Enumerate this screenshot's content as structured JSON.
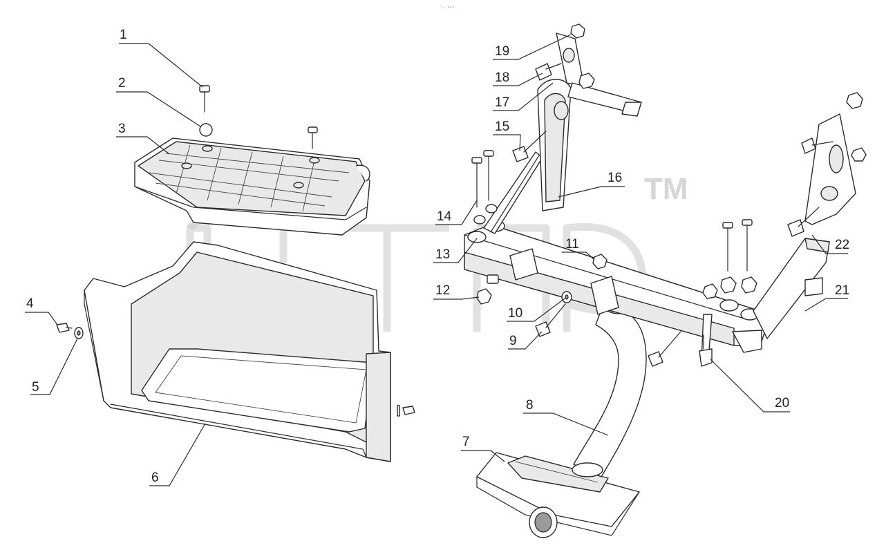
{
  "header_mark": "ᵔₒ ∘∘∘",
  "watermark": {
    "trademark": "TM"
  },
  "callouts": [
    {
      "id": "c1",
      "label": "1"
    },
    {
      "id": "c2",
      "label": "2"
    },
    {
      "id": "c3",
      "label": "3"
    },
    {
      "id": "c4",
      "label": "4"
    },
    {
      "id": "c5",
      "label": "5"
    },
    {
      "id": "c6",
      "label": "6"
    },
    {
      "id": "c7",
      "label": "7"
    },
    {
      "id": "c8",
      "label": "8"
    },
    {
      "id": "c9",
      "label": "9"
    },
    {
      "id": "c10",
      "label": "10"
    },
    {
      "id": "c11",
      "label": "11"
    },
    {
      "id": "c12",
      "label": "12"
    },
    {
      "id": "c13",
      "label": "13"
    },
    {
      "id": "c14",
      "label": "14"
    },
    {
      "id": "c15",
      "label": "15"
    },
    {
      "id": "c16",
      "label": "16"
    },
    {
      "id": "c17",
      "label": "17"
    },
    {
      "id": "c18",
      "label": "18"
    },
    {
      "id": "c19",
      "label": "19"
    },
    {
      "id": "c20",
      "label": "20"
    },
    {
      "id": "c21",
      "label": "21"
    },
    {
      "id": "c22",
      "label": "22"
    }
  ]
}
